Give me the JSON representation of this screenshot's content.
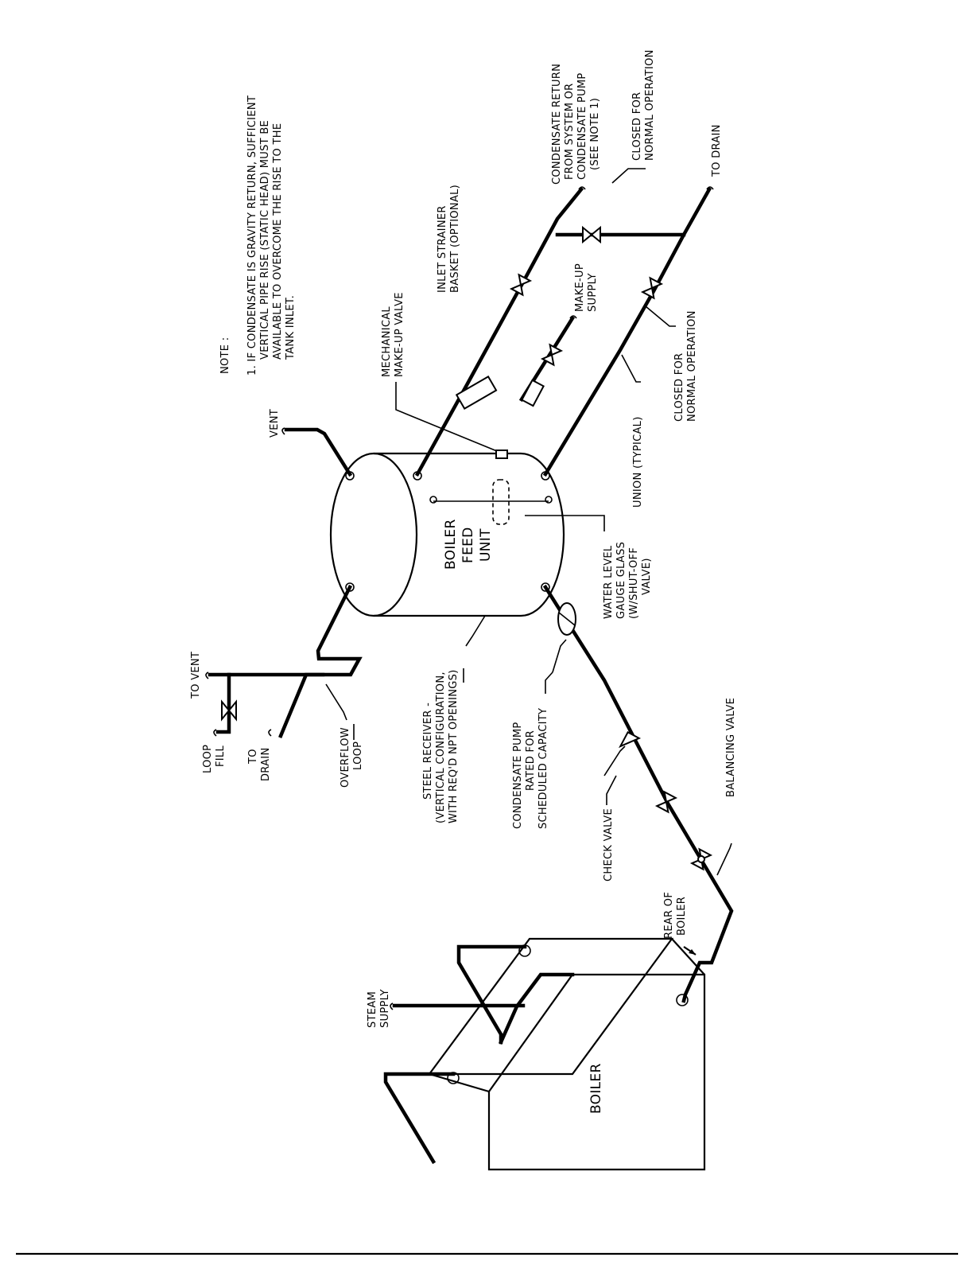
{
  "note": {
    "heading": "NOTE :",
    "lines": [
      "1. IF CONDENSATE IS GRAVITY RETURN, SUFFICIENT",
      "VERTICAL PIPE RISE (STATIC HEAD) MUST BE",
      "AVAILABLE TO OVERCOME THE RISE TO THE",
      "TANK INLET."
    ]
  },
  "labels": {
    "condensate_return": [
      "CONDENSATE RETURN",
      "FROM SYSTEM OR",
      "CONDENSATE PUMP",
      "(SEE NOTE 1)"
    ],
    "closed_top": [
      "CLOSED FOR",
      "NORMAL OPERATION"
    ],
    "to_drain_right": "TO DRAIN",
    "inlet_strainer": [
      "INLET STRAINER",
      "BASKET (OPTIONAL)"
    ],
    "make_up_supply": [
      "MAKE-UP",
      "SUPPLY"
    ],
    "mechanical_valve": [
      "MECHANICAL",
      "MAKE-UP VALVE"
    ],
    "vent": "VENT",
    "union": "UNION (TYPICAL)",
    "closed_bottom": [
      "CLOSED FOR",
      "NORMAL OPERATION"
    ],
    "tank": [
      "BOILER",
      "FEED",
      "UNIT"
    ],
    "water_level": [
      "WATER LEVEL",
      "GAUGE GLASS",
      "(W/SHUT-OFF",
      "VALVE)"
    ],
    "to_vent": "TO VENT",
    "loop_fill": [
      "LOOP",
      "FILL"
    ],
    "to_drain_left": [
      "TO",
      "DRAIN"
    ],
    "overflow_loop": [
      "OVERFLOW",
      "LOOP"
    ],
    "steel_receiver": [
      "STEEL RECEIVER -",
      "(VERTICAL CONFIGURATION,",
      "WITH REQ'D NPT OPENINGS)"
    ],
    "condensate_pump": [
      "CONDENSATE PUMP",
      "RATED FOR",
      "SCHEDULED CAPACITY"
    ],
    "check_valve": "CHECK VALVE",
    "balancing_valve": "BALANCING VALVE",
    "rear_of_boiler": [
      "REAR OF",
      "BOILER"
    ],
    "steam_supply": [
      "STEAM",
      "SUPPLY"
    ],
    "boiler": "BOILER"
  }
}
